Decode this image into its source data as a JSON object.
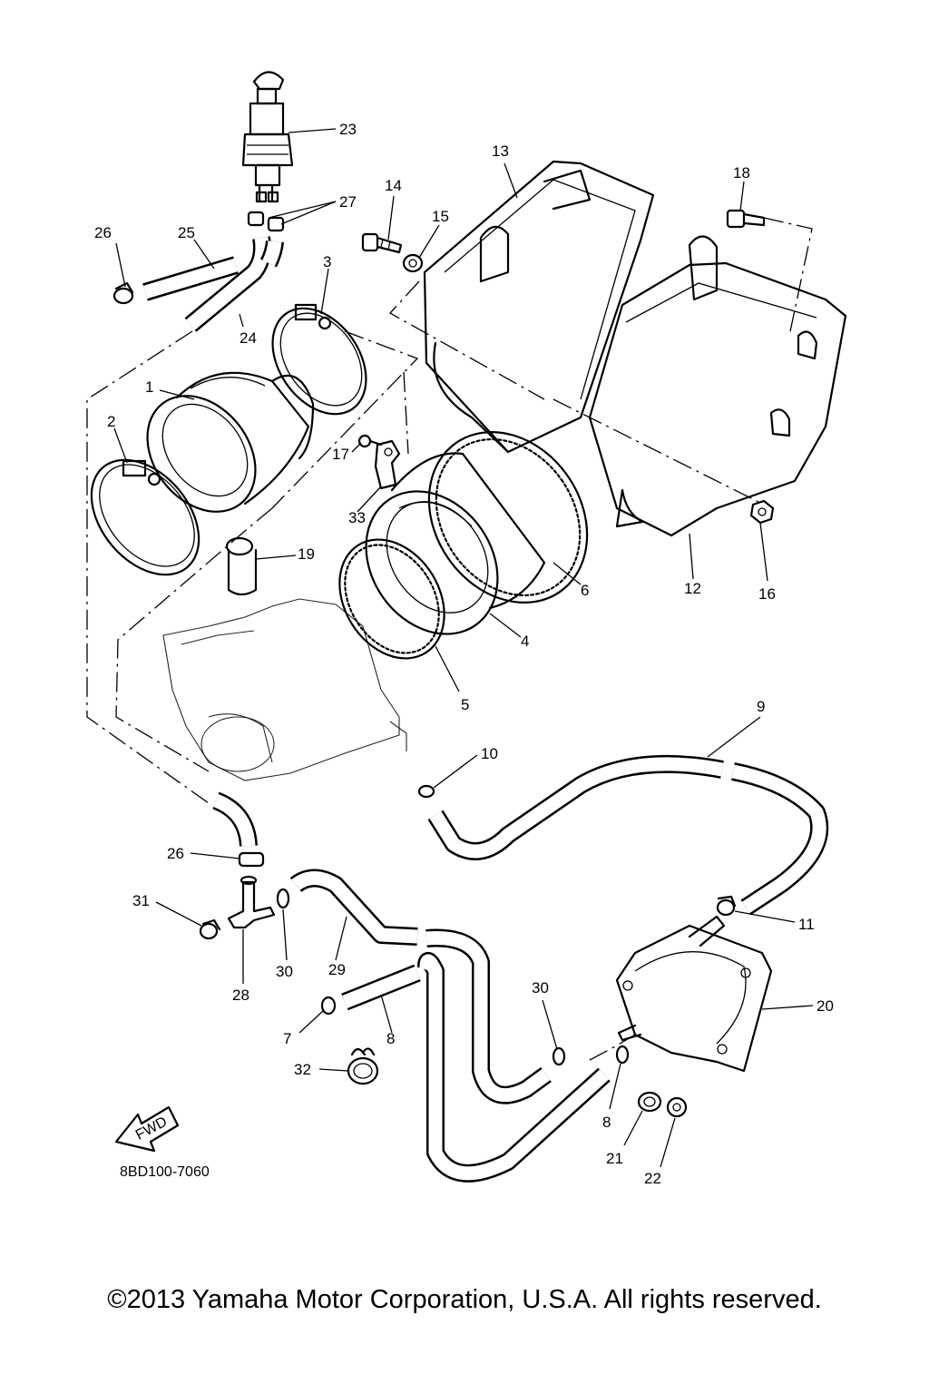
{
  "diagram": {
    "part_labels": [
      "1",
      "2",
      "3",
      "4",
      "5",
      "6",
      "7",
      "8",
      "8",
      "9",
      "10",
      "11",
      "12",
      "13",
      "14",
      "15",
      "16",
      "17",
      "18",
      "19",
      "20",
      "21",
      "22",
      "23",
      "24",
      "25",
      "26",
      "26",
      "27",
      "28",
      "29",
      "30",
      "30",
      "31",
      "32",
      "33"
    ],
    "drawing_code": "8BD100-7060",
    "fwd_arrow_text": "FWD"
  },
  "footer": {
    "copyright": "©2013 Yamaha Motor Corporation, U.S.A. All rights reserved."
  }
}
